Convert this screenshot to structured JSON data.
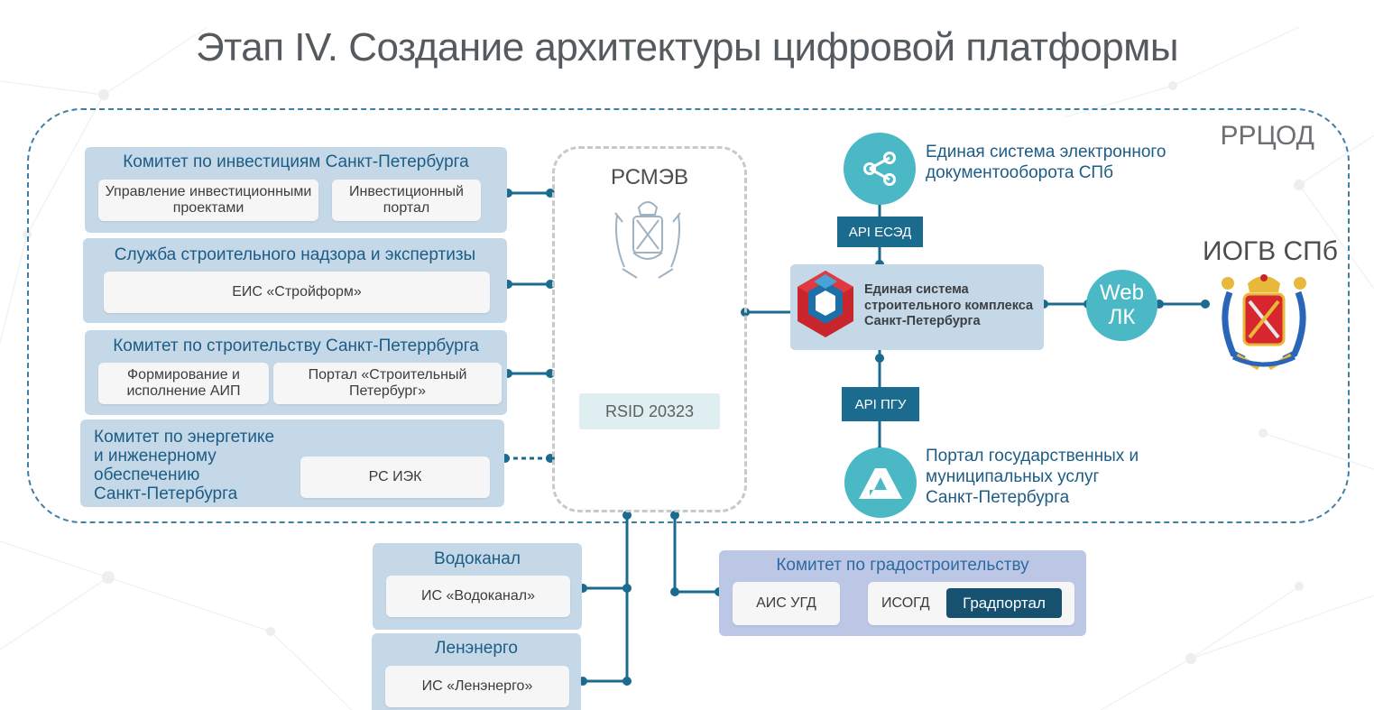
{
  "title": "Этап IV. Создание архитектуры цифровой платформы",
  "region_label": "РРЦОД",
  "iogv_label": "ИОГВ СПб",
  "rsmev": {
    "label": "РСМЭВ",
    "rsid": "RSID 20323"
  },
  "left_panels": {
    "invest": {
      "title": "Комитет по инвестициям Санкт-Петербурга",
      "items": [
        "Управление инвестиционными проектами",
        "Инвестиционный портал"
      ]
    },
    "nadzor": {
      "title": "Служба строительного надзора и экспертизы",
      "items": [
        "ЕИС «Стройформ»"
      ]
    },
    "stroy": {
      "title": "Комитет по строительству Санкт-Петеррбурга",
      "items": [
        "Формирование и исполнение АИП",
        "Портал «Строительный Петербург»"
      ]
    },
    "energy": {
      "title_lines": [
        "Комитет по энергетике",
        "и инженерному",
        "обеспечению",
        "Санкт-Петербурга"
      ],
      "items": [
        "РС ИЭК"
      ]
    }
  },
  "bottom_panels": {
    "vodokanal": {
      "title": "Водоканал",
      "item": "ИС «Водоканал»"
    },
    "lenenergo": {
      "title": "Ленэнерго",
      "item": "ИС «Ленэнерго»"
    },
    "grad": {
      "title": "Комитет по градостроительству",
      "aisugd": "АИС УГД",
      "isogd": "ИСОГД",
      "gradportal": "Градпортал"
    }
  },
  "right": {
    "esed_desc": [
      "Единая система электронного",
      "документооборота СПб"
    ],
    "api_esed": "API ЕСЭД",
    "main_system": [
      "Единая система",
      "строительного комплекса",
      "Санкт-Петербурга"
    ],
    "web_lk": [
      "Web",
      "ЛК"
    ],
    "api_pgu": "API ПГУ",
    "pgu_desc": [
      "Портал государственных и",
      "муниципальных услуг",
      "Санкт-Петербурга"
    ]
  },
  "colors": {
    "accent": "#4bb8c6",
    "dark_blue": "#1b6b8f",
    "panel": "#c5d8e8",
    "connector": "#1b6b8f"
  }
}
